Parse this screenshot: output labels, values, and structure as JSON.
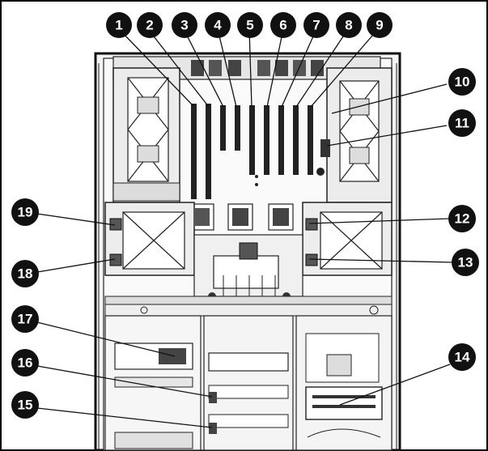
{
  "callouts": [
    {
      "number": "1"
    },
    {
      "number": "2"
    },
    {
      "number": "3"
    },
    {
      "number": "4"
    },
    {
      "number": "5"
    },
    {
      "number": "6"
    },
    {
      "number": "7"
    },
    {
      "number": "8"
    },
    {
      "number": "9"
    },
    {
      "number": "10"
    },
    {
      "number": "11"
    },
    {
      "number": "12"
    },
    {
      "number": "13"
    },
    {
      "number": "14"
    },
    {
      "number": "15"
    },
    {
      "number": "16"
    },
    {
      "number": "17"
    },
    {
      "number": "18"
    },
    {
      "number": "19"
    }
  ],
  "colors": {
    "callout_fill": "#111111",
    "callout_text": "#ffffff",
    "line": "#1a1a1a",
    "chassis_fill": "#f2f2f2",
    "component_dark": "#333333"
  }
}
